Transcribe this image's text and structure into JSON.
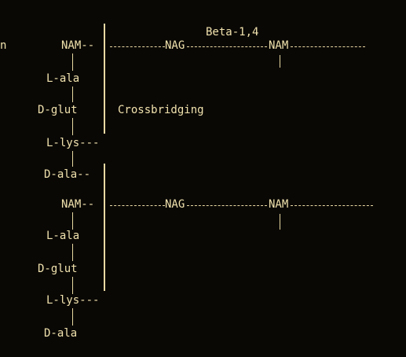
{
  "edge_fragment": "n",
  "bond_label": "Beta-1,4",
  "crossbridge_label": "Crossbridging",
  "upper_chain": {
    "nam": "NAM--",
    "l_ala": "L-ala",
    "d_glut": "D-glut",
    "l_lys": "L-lys---",
    "d_ala": "D-ala--"
  },
  "upper_backbone": {
    "nag": "NAG",
    "nam": "NAM"
  },
  "lower_chain": {
    "nam": "NAM--",
    "l_ala": "L-ala",
    "d_glut": "D-glut",
    "l_lys": "L-lys---",
    "d_ala": "D-ala"
  },
  "lower_backbone": {
    "nag": "NAG",
    "nam": "NAM"
  }
}
